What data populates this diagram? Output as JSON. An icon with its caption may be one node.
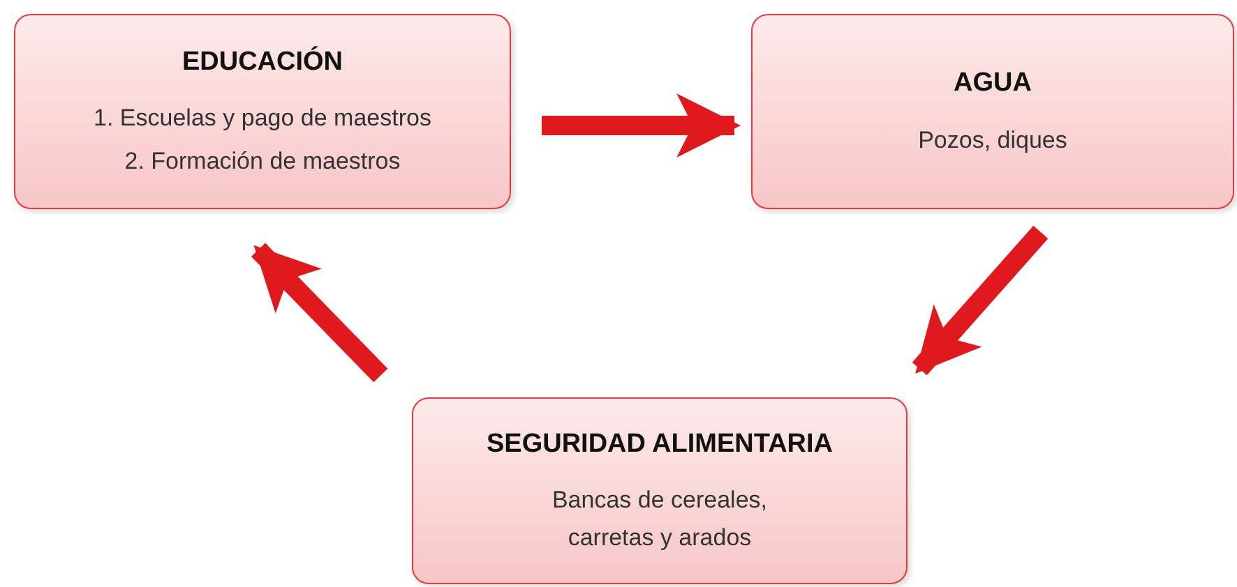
{
  "diagram": {
    "nodes": [
      {
        "text": [
          "EDUCACIÓN",
          "1. Escuelas y pago de maestros",
          "2. Formación de maestros"
        ]
      },
      {
        "text": [
          "AGUA",
          "Pozos, diques"
        ]
      },
      {
        "text": [
          "SEGURIDAD ALIMENTARIA",
          "Bancas de cereales, carretas y arados"
        ]
      }
    ],
    "edges": [
      {
        "from": 0,
        "to": 1,
        "arrow": "to"
      },
      {
        "from": 1,
        "to": 2,
        "arrow": "to"
      },
      {
        "from": 2,
        "to": 0,
        "arrow": "to"
      }
    ]
  }
}
